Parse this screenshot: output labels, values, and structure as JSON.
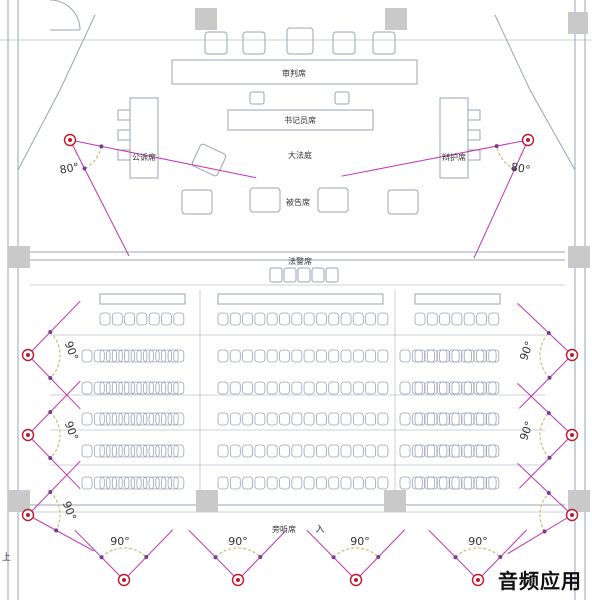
{
  "labels": {
    "judges": "审判席",
    "clerk": "书记员席",
    "prosecution": "公诉席",
    "defense": "辩护席",
    "courtroom": "大法庭",
    "defendant": "被告席",
    "bailiff": "法警席",
    "gallery": "旁听席",
    "entrance": "入",
    "left_edge": "上"
  },
  "angles": {
    "upper_left": "80°",
    "upper_right": "80°",
    "side_left_1": "90°",
    "side_left_2": "90°",
    "side_left_3": "90°",
    "side_right_1": "90°",
    "side_right_2": "90°",
    "bottom_1": "90°",
    "bottom_2": "90°",
    "bottom_3": "90°",
    "bottom_4": "90°"
  },
  "watermark": "音频应用",
  "colors": {
    "line": "#9aa3b8",
    "speaker": "#c0182c",
    "coverage": "#c035b0",
    "arc": "#c9b96a",
    "pillar": "#c9c9c9"
  }
}
